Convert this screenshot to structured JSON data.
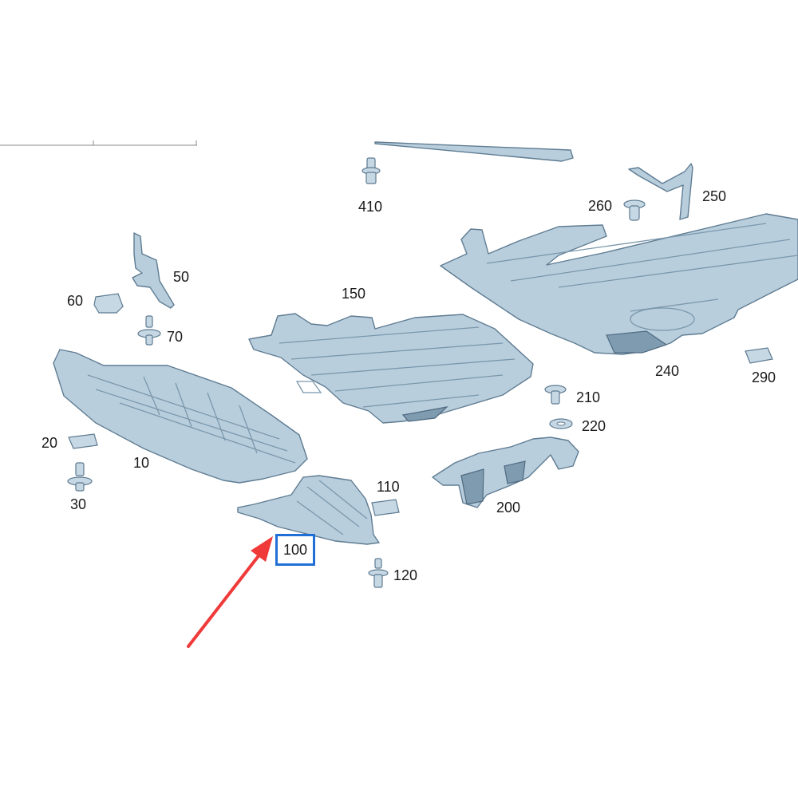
{
  "diagram": {
    "highlight_color": "#1f6fd6",
    "arrow_color": "#f03a3a",
    "part_color": "#b9cedd",
    "highlighted_part": "100",
    "callouts": {
      "c10": "10",
      "c20": "20",
      "c30": "30",
      "c50": "50",
      "c60": "60",
      "c70": "70",
      "c100": "100",
      "c110": "110",
      "c120": "120",
      "c150": "150",
      "c200": "200",
      "c210": "210",
      "c220": "220",
      "c240": "240",
      "c250": "250",
      "c260": "260",
      "c290": "290",
      "c410": "410"
    }
  }
}
